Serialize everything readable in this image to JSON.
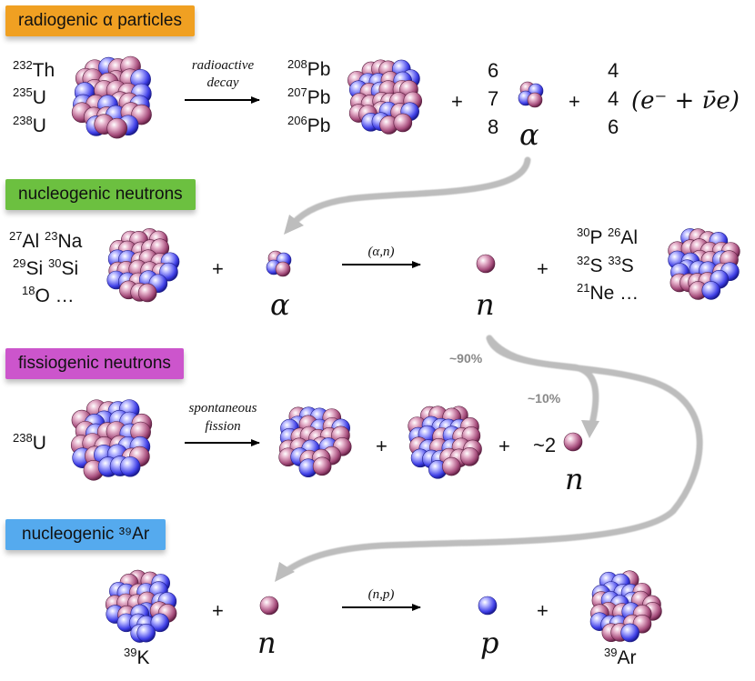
{
  "banners": {
    "radiogenic": "radiogenic α particles",
    "nucleogenic_neutrons": "nucleogenic neutrons",
    "fissiogenic": "fissiogenic neutrons",
    "nucleogenic_ar": "nucleogenic ³⁹Ar"
  },
  "row1": {
    "reactants": [
      {
        "mass": "232",
        "el": "Th"
      },
      {
        "mass": "235",
        "el": "U"
      },
      {
        "mass": "238",
        "el": "U"
      }
    ],
    "arrow_label_1": "radioactive",
    "arrow_label_2": "decay",
    "products": [
      {
        "mass": "208",
        "el": "Pb"
      },
      {
        "mass": "207",
        "el": "Pb"
      },
      {
        "mass": "206",
        "el": "Pb"
      }
    ],
    "alpha_counts": [
      "6",
      "7",
      "8"
    ],
    "beta_counts": [
      "4",
      "4",
      "6"
    ],
    "alpha_symbol": "α",
    "beta_expr": "(e⁻ + ν̄e)",
    "plus": "+"
  },
  "row2": {
    "targets_line1": [
      {
        "mass": "27",
        "el": "Al"
      },
      {
        "mass": "23",
        "el": "Na"
      }
    ],
    "targets_line2": [
      {
        "mass": "29",
        "el": "Si"
      },
      {
        "mass": "30",
        "el": "Si"
      }
    ],
    "targets_line3": [
      {
        "mass": "18",
        "el": "O"
      }
    ],
    "ellipsis": "…",
    "arrow_label": "(α,n)",
    "alpha_symbol": "α",
    "n_symbol": "n",
    "products_line1": [
      {
        "mass": "30",
        "el": "P"
      },
      {
        "mass": "26",
        "el": "Al"
      }
    ],
    "products_line2": [
      {
        "mass": "32",
        "el": "S"
      },
      {
        "mass": "33",
        "el": "S"
      }
    ],
    "products_line3": [
      {
        "mass": "21",
        "el": "Ne"
      }
    ],
    "plus": "+"
  },
  "row3": {
    "reactant": {
      "mass": "238",
      "el": "U"
    },
    "arrow_label_1": "spontaneous",
    "arrow_label_2": "fission",
    "neutron_count": "~2",
    "n_symbol": "n",
    "plus": "+"
  },
  "branches": {
    "p90": "~90%",
    "p10": "~10%"
  },
  "row4": {
    "target": {
      "mass": "39",
      "el": "K"
    },
    "arrow_label": "(n,p)",
    "n_symbol": "n",
    "p_symbol": "p",
    "product": {
      "mass": "39",
      "el": "Ar"
    },
    "plus": "+"
  },
  "colors": {
    "nucleon_red": "#b25a86",
    "nucleon_blue": "#4f4ff0",
    "curve": "#bdbdbd",
    "orange": "#f0a022",
    "green": "#6cc040",
    "magenta": "#cc55cc",
    "blue": "#55aaee"
  }
}
